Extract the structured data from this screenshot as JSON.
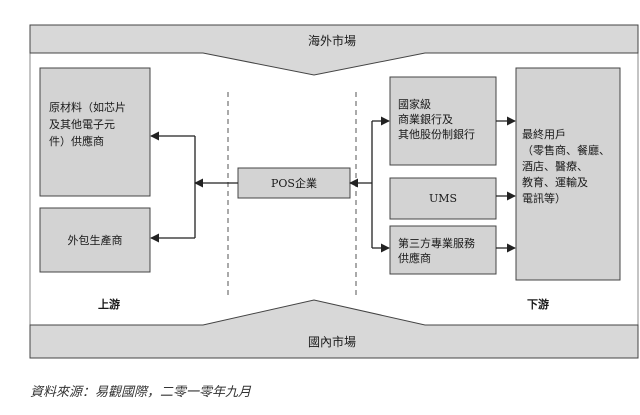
{
  "markets": {
    "overseas": "海外市場",
    "domestic": "國內市場"
  },
  "upstream": {
    "label": "上游",
    "raw_materials": [
      "原材料（如芯片",
      "及其他電子元",
      "件）供應商"
    ],
    "outsourcing": "外包生產商"
  },
  "center": {
    "pos": "POS企業"
  },
  "midstream": {
    "banks": [
      "國家級",
      "商業銀行及",
      "其他股份制銀行"
    ],
    "ums": "UMS",
    "third_party": [
      "第三方專業服務",
      "供應商"
    ]
  },
  "downstream": {
    "label": "下游",
    "end_users": [
      "最終用戶",
      "（零售商、餐廳、",
      "酒店、醫療、",
      "教育、運輸及",
      "電訊等）"
    ]
  },
  "source_note": "資料來源：易觀國際，二零一零年九月",
  "colors": {
    "box_fill": "#d3d3d3",
    "band_fill": "#d8d8d8",
    "line": "#222222",
    "dash": "#555555"
  }
}
